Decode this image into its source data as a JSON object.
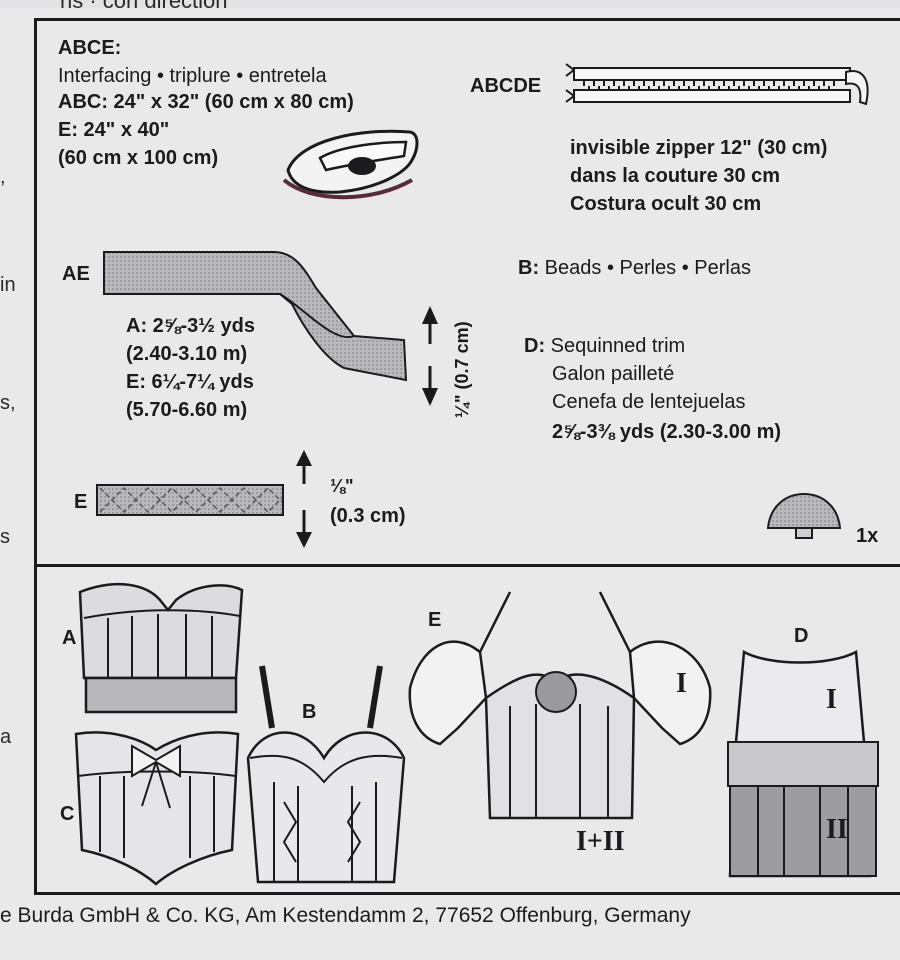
{
  "top_strip": "ns · con direction",
  "left_edge": [
    ",",
    "in",
    "s,",
    "s",
    "a"
  ],
  "abce": {
    "heading": "ABCE:",
    "line1": "Interfacing • triplure • entretela",
    "line2": "ABC: 24\" x 32\" (60 cm x 80 cm)",
    "line3": "E: 24\" x 40\"",
    "line4": "(60 cm x 100 cm)"
  },
  "abcde": {
    "heading": "ABCDE",
    "line1": "invisible zipper 12\" (30 cm)",
    "line2": "dans la couture 30 cm",
    "line3": "Costura ocult  30 cm"
  },
  "ae_tape": {
    "heading": "AE",
    "line1": "A: 2⅝-3½ yds",
    "line2": "(2.40-3.10 m)",
    "line3": "E: 6¼-7¼ yds",
    "line4": "(5.70-6.60 m)",
    "width": "¼\" (0.7 cm)"
  },
  "beads": {
    "prefix": "B:",
    "text": "Beads • Perles • Perlas"
  },
  "sequins": {
    "prefix": "D:",
    "line1": "Sequinned trim",
    "line2": "Galon pailleté",
    "line3": "Cenefa de lentejuelas",
    "line4": "2⅝-3⅜ yds (2.30-3.00 m)"
  },
  "e_trim": {
    "heading": "E",
    "line1": "⅛\"",
    "line2": "(0.3 cm)"
  },
  "snap": {
    "qty": "1x"
  },
  "views": {
    "a": "A",
    "b": "B",
    "c": "C",
    "d": "D",
    "e": "E",
    "e_roman1": "I",
    "e_roman2": "I+II",
    "d_roman1": "I",
    "d_roman2": "II"
  },
  "footer": "e Burda GmbH & Co. KG, Am Kestendamm 2, 77652 Offenburg, Germany"
}
